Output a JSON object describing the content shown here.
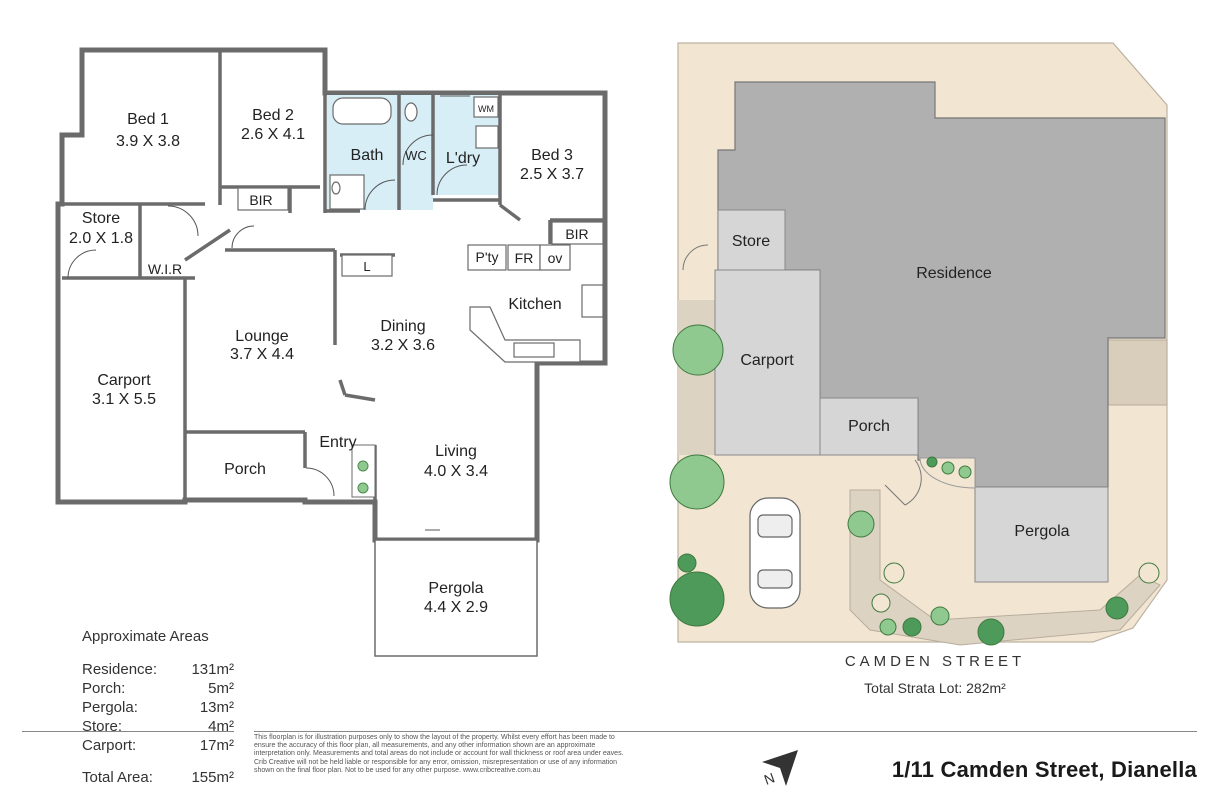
{
  "floor_plan": {
    "rooms": [
      {
        "name": "Bed 1",
        "size": "3.9 X 3.8"
      },
      {
        "name": "Bed 2",
        "size": "2.6 X 4.1"
      },
      {
        "name": "Bath"
      },
      {
        "name": "WC"
      },
      {
        "name": "L'dry"
      },
      {
        "name": "WM"
      },
      {
        "name": "Bed 3",
        "size": "2.5 X 3.7"
      },
      {
        "name": "BIR"
      },
      {
        "name": "BIR"
      },
      {
        "name": "Store",
        "size": "2.0 X 1.8"
      },
      {
        "name": "W.I.R"
      },
      {
        "name": "L"
      },
      {
        "name": "P'ty"
      },
      {
        "name": "FR"
      },
      {
        "name": "ov"
      },
      {
        "name": "Kitchen"
      },
      {
        "name": "Lounge",
        "size": "3.7 X 4.4"
      },
      {
        "name": "Dining",
        "size": "3.2 X 3.6"
      },
      {
        "name": "Carport",
        "size": "3.1 X 5.5"
      },
      {
        "name": "Entry"
      },
      {
        "name": "Living",
        "size": "4.0 X 3.4"
      },
      {
        "name": "Porch"
      },
      {
        "name": "Pergola",
        "size": "4.4 X 2.9"
      }
    ]
  },
  "site_plan": {
    "labels": [
      "Store",
      "Residence",
      "Carport",
      "Porch",
      "Pergola"
    ],
    "street": "CAMDEN STREET",
    "lot_area": "Total Strata Lot: 282m²"
  },
  "areas": {
    "title": "Approximate Areas",
    "rows": [
      {
        "label": "Residence:",
        "value": "131m²"
      },
      {
        "label": "Porch:",
        "value": "5m²"
      },
      {
        "label": "Pergola:",
        "value": "13m²"
      },
      {
        "label": "Store:",
        "value": "4m²"
      },
      {
        "label": "Carport:",
        "value": "17m²"
      }
    ],
    "total": {
      "label": "Total Area:",
      "value": "155m²"
    }
  },
  "disclaimer": "This floorplan is for illustration purposes only to show the layout of the property. Whilst every effort has been made to ensure the accuracy of this floor plan, all measurements, and any other information shown are an approximate interpretation only. Measurements and total areas do not include or account for wall thickness or roof area under eaves. Crib Creative will not be held liable or responsible for any error, omission, misrepresentation or use of any information shown on the final floor plan. Not to be used for any other purpose. www.cribcreative.com.au",
  "address": "1/11 Camden Street, Dianella",
  "colors": {
    "wall": "#6b6b6b",
    "room_fill": "#ffffff",
    "tile": "#d7eef7",
    "site_ground": "#f2e6d3",
    "residence": "#b0b0b0",
    "outbuilding": "#d6d6d6",
    "path": "#ddd3c3",
    "tree": "#8fc98f"
  }
}
